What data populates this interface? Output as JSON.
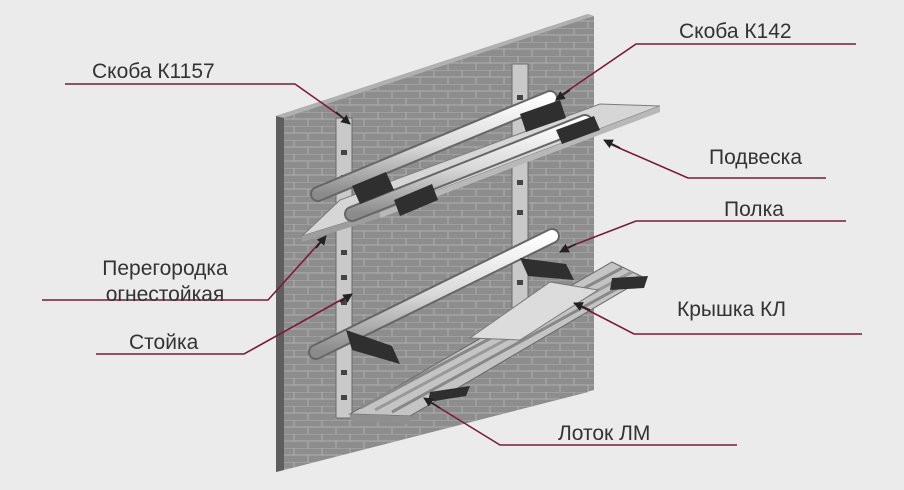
{
  "labels": {
    "skoba_k1157": "Скоба К1157",
    "skoba_k142": "Скоба К142",
    "podveska": "Подвеска",
    "polka": "Полка",
    "peregorodka_line1": "Перегородка",
    "peregorodka_line2": "огнестойкая",
    "stoyka": "Стойка",
    "kryshka": "Крышка КЛ",
    "lotok": "Лоток ЛМ"
  },
  "colors": {
    "background": "#ebebeb",
    "leader": "#7a1a3d",
    "wall": "#8b8b8b",
    "text": "#333333"
  }
}
